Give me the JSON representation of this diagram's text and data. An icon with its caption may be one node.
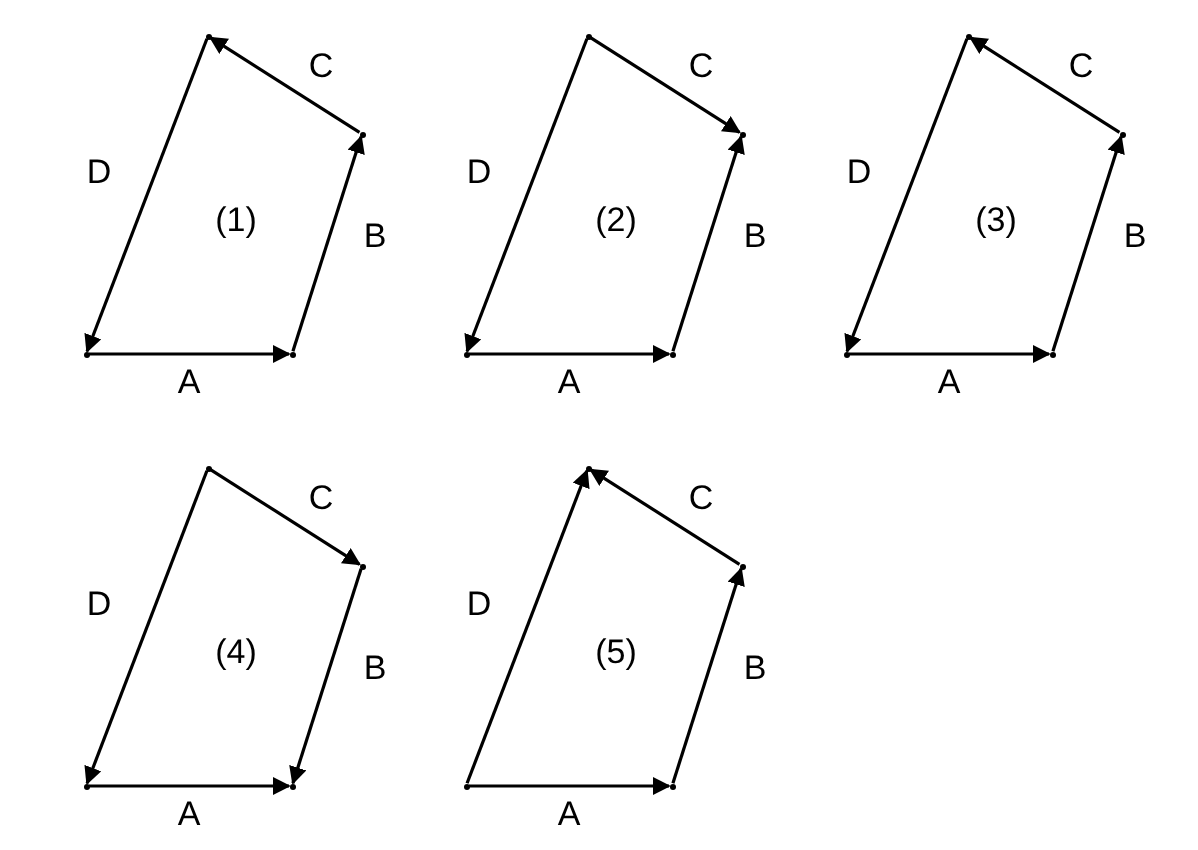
{
  "diagram": {
    "nodes": [
      {
        "text": [],
        "shape": "vertex"
      },
      {
        "text": [],
        "shape": "vertex"
      },
      {
        "text": [],
        "shape": "vertex"
      },
      {
        "text": [],
        "shape": "vertex"
      },
      {
        "text": [],
        "shape": "vertex"
      },
      {
        "text": [],
        "shape": "vertex"
      },
      {
        "text": [],
        "shape": "vertex"
      },
      {
        "text": [],
        "shape": "vertex"
      },
      {
        "text": [],
        "shape": "vertex"
      },
      {
        "text": [],
        "shape": "vertex"
      },
      {
        "text": [],
        "shape": "vertex"
      },
      {
        "text": [],
        "shape": "vertex"
      },
      {
        "text": [],
        "shape": "vertex"
      },
      {
        "text": [],
        "shape": "vertex"
      },
      {
        "text": [],
        "shape": "vertex"
      },
      {
        "text": [],
        "shape": "vertex"
      },
      {
        "text": [],
        "shape": "vertex"
      },
      {
        "text": [],
        "shape": "vertex"
      },
      {
        "text": [],
        "shape": "vertex"
      },
      {
        "text": [],
        "shape": "vertex"
      }
    ],
    "edges": [
      {
        "from": 2,
        "to": 3,
        "arrow": "to",
        "label": "A"
      },
      {
        "from": 3,
        "to": 1,
        "arrow": "to",
        "label": "B"
      },
      {
        "from": 1,
        "to": 0,
        "arrow": "to",
        "label": "C"
      },
      {
        "from": 0,
        "to": 2,
        "arrow": "to",
        "label": "D"
      },
      {
        "from": 6,
        "to": 7,
        "arrow": "to",
        "label": "A"
      },
      {
        "from": 7,
        "to": 5,
        "arrow": "to",
        "label": "B"
      },
      {
        "from": 4,
        "to": 5,
        "arrow": "to",
        "label": "C"
      },
      {
        "from": 4,
        "to": 6,
        "arrow": "to",
        "label": "D"
      },
      {
        "from": 10,
        "to": 11,
        "arrow": "to",
        "label": "A"
      },
      {
        "from": 11,
        "to": 9,
        "arrow": "to",
        "label": "B"
      },
      {
        "from": 9,
        "to": 8,
        "arrow": "to",
        "label": "C"
      },
      {
        "from": 8,
        "to": 10,
        "arrow": "to",
        "label": "D"
      },
      {
        "from": 14,
        "to": 15,
        "arrow": "to",
        "label": "A"
      },
      {
        "from": 13,
        "to": 15,
        "arrow": "to",
        "label": "B"
      },
      {
        "from": 12,
        "to": 13,
        "arrow": "to",
        "label": "C"
      },
      {
        "from": 12,
        "to": 14,
        "arrow": "to",
        "label": "D"
      },
      {
        "from": 18,
        "to": 19,
        "arrow": "to",
        "label": "A"
      },
      {
        "from": 19,
        "to": 17,
        "arrow": "to",
        "label": "B"
      },
      {
        "from": 17,
        "to": 16,
        "arrow": "to",
        "label": "C"
      },
      {
        "from": 18,
        "to": 16,
        "arrow": "to",
        "label": "D"
      }
    ],
    "labels": [
      "(1)",
      "(2)",
      "(3)",
      "(4)",
      "(5)"
    ]
  }
}
